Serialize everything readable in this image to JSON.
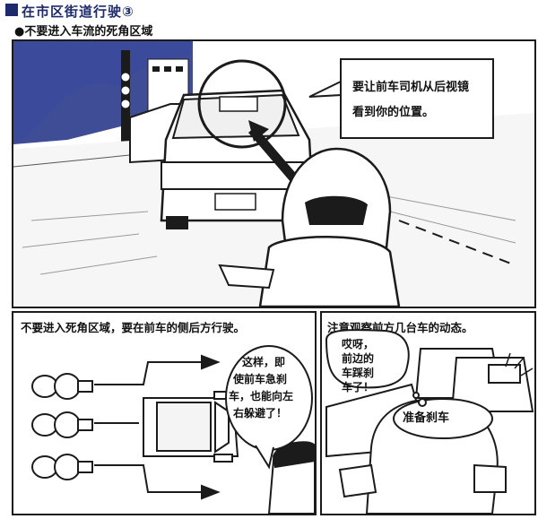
{
  "header": {
    "title": "在市区街道行驶③",
    "subtitle": "●不要进入车流的死角区域"
  },
  "panels": {
    "top": {
      "bubble_line1": "要让前车司机从后视镜",
      "bubble_line2": "看到你的位置。"
    },
    "bottom_left": {
      "caption": "不要进入死角区域，要在前车的侧后方行驶。",
      "bubble_line1": "这样，即",
      "bubble_line2": "使前车急刹",
      "bubble_line3": "车，也能向左",
      "bubble_line4": "右躲避了！"
    },
    "bottom_right": {
      "caption": "注意观察前方几台车的动态。",
      "bubble_line1": "哎呀，",
      "bubble_line2": "前边的",
      "bubble_line3": "车踩刹",
      "bubble_line4": "车了！",
      "thought": "准备刹车"
    }
  },
  "colors": {
    "ink": "#1b1b1b",
    "sky": "#2a3a8c",
    "title": "#1d2a6b"
  }
}
